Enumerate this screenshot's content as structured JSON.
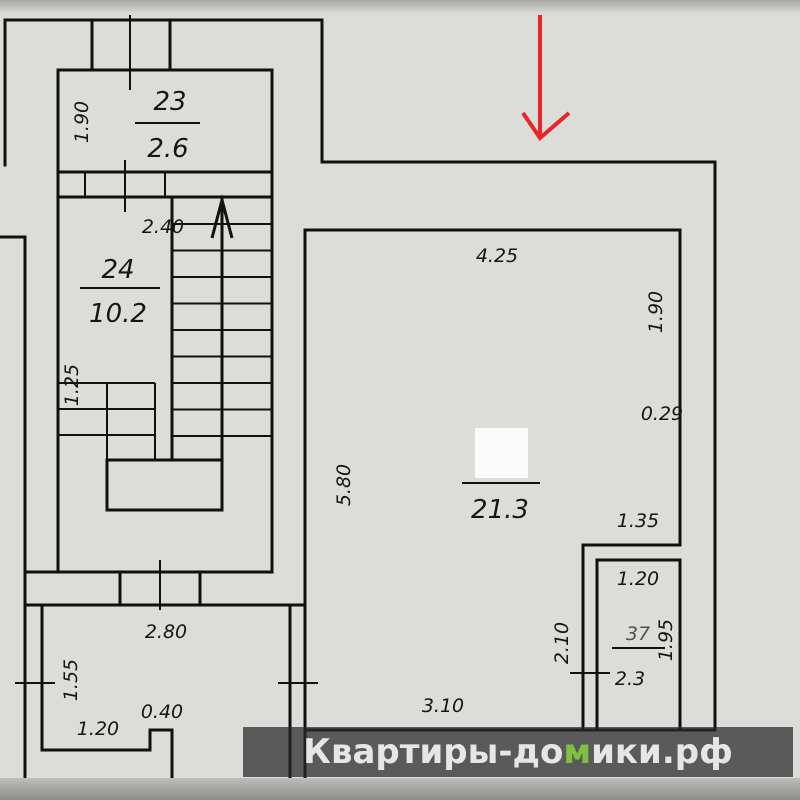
{
  "rooms": [
    {
      "number": "23",
      "area": "2.6"
    },
    {
      "number": "24",
      "area": "10.2"
    },
    {
      "number": "",
      "area": "21.3"
    },
    {
      "number": "37",
      "area": "2.3"
    }
  ],
  "dimensions": {
    "d_1_90_a": "1.90",
    "d_2_40": "2.40",
    "d_1_25": "1.25",
    "d_4_25": "4.25",
    "d_1_90_b": "1.90",
    "d_0_29": "0.29",
    "d_5_80": "5.80",
    "d_1_35": "1.35",
    "d_1_20_a": "1.20",
    "d_2_10": "2.10",
    "d_1_95": "1.95",
    "d_2_80": "2.80",
    "d_1_55": "1.55",
    "d_1_20_b": "1.20",
    "d_0_40": "0.40",
    "d_3_10": "3.10"
  },
  "watermark": {
    "part1": "Квартиры-до",
    "part2": "м",
    "part3": "ики.рф"
  },
  "colors": {
    "arrow": "#e8262a",
    "wall": "#111111",
    "paper": "#dcdcd9",
    "logo_green": "#7fc241"
  }
}
